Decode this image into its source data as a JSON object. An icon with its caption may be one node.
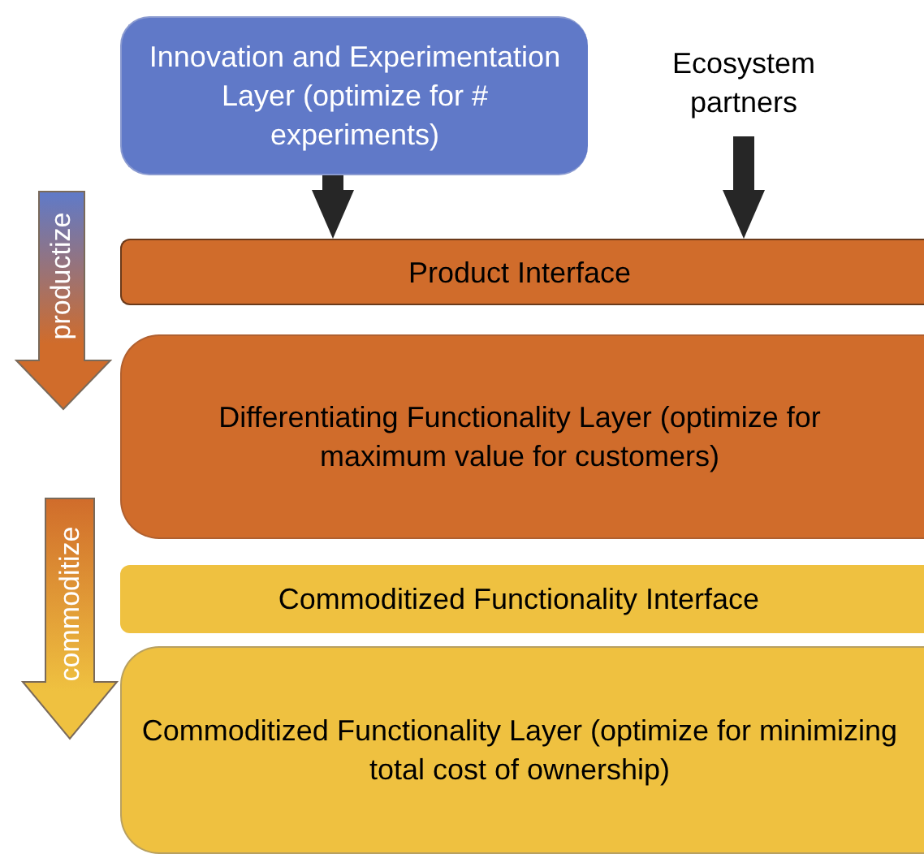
{
  "diagram": {
    "nodes": [
      {
        "text": [
          "Innovation and Experimentation Layer (optimize for # experiments)"
        ]
      },
      {
        "text": [
          "Ecosystem partners"
        ]
      },
      {
        "text": [
          "Product Interface"
        ]
      },
      {
        "text": [
          "Differentiating Functionality Layer (optimize for maximum value for customers)"
        ]
      },
      {
        "text": [
          "Commoditized Functionality Interface"
        ]
      },
      {
        "text": [
          "Commoditized Functionality Layer (optimize for minimizing total cost of ownership)"
        ]
      }
    ],
    "edges": [
      {
        "from": 0,
        "to": 2,
        "arrow": "to"
      },
      {
        "from": 1,
        "to": 2,
        "arrow": "to"
      }
    ],
    "labels": [
      "productize",
      "commoditize"
    ]
  }
}
